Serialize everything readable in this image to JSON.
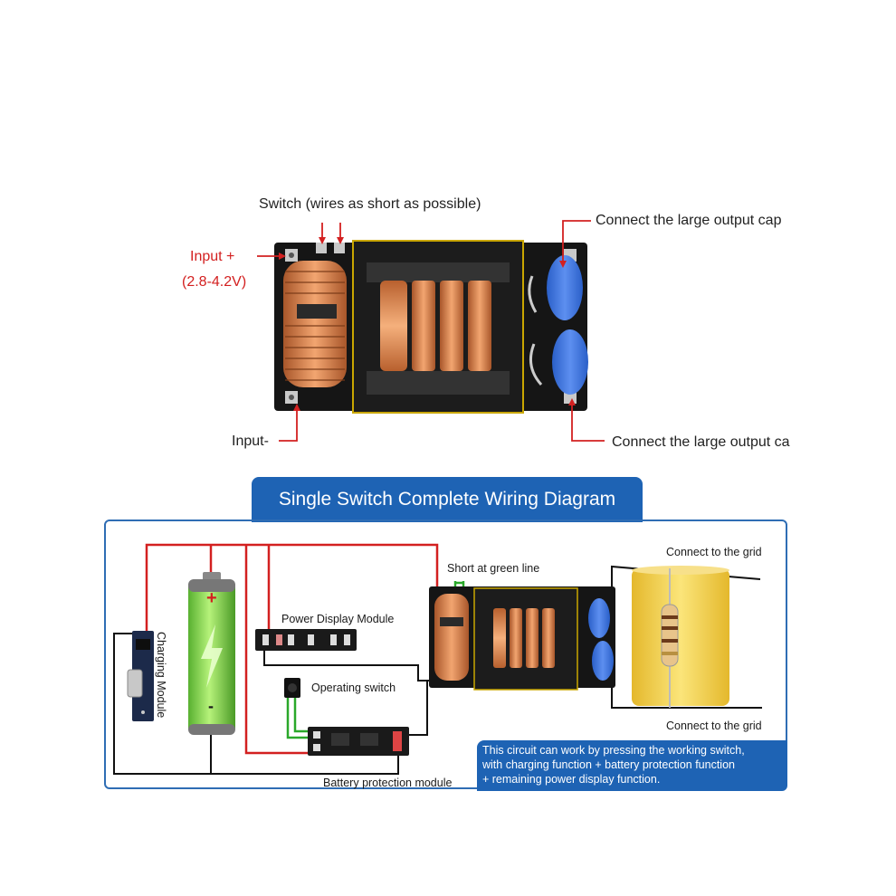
{
  "top_labels": {
    "switch": "Switch (wires as short as possible)",
    "input_plus": "Input +",
    "input_voltage": "(2.8-4.2V)",
    "input_minus": "Input-",
    "output_top": "Connect the large output cap",
    "output_bottom": "Connect the large output ca"
  },
  "banner_title": "Single Switch Complete Wiring Diagram",
  "diagram_labels": {
    "charging_module": "Charging Module",
    "power_display": "Power Display Module",
    "operating_switch": "Operating switch",
    "battery_protection": "Battery protection module",
    "short_green": "Short at green line",
    "grid_top": "Connect to the grid",
    "grid_bottom": "Connect to the grid",
    "battery_plus": "+",
    "battery_minus": "-"
  },
  "note_lines": [
    "This circuit can work by pressing the working switch,",
    "with charging function + battery protection function",
    "+ remaining power display function."
  ],
  "colors": {
    "banner_blue": "#1e63b4",
    "wire_red": "#d32020",
    "wire_green": "#2aa82a",
    "capacitor_yellow": "#f3d34a",
    "battery_green": "#7fd64a"
  }
}
